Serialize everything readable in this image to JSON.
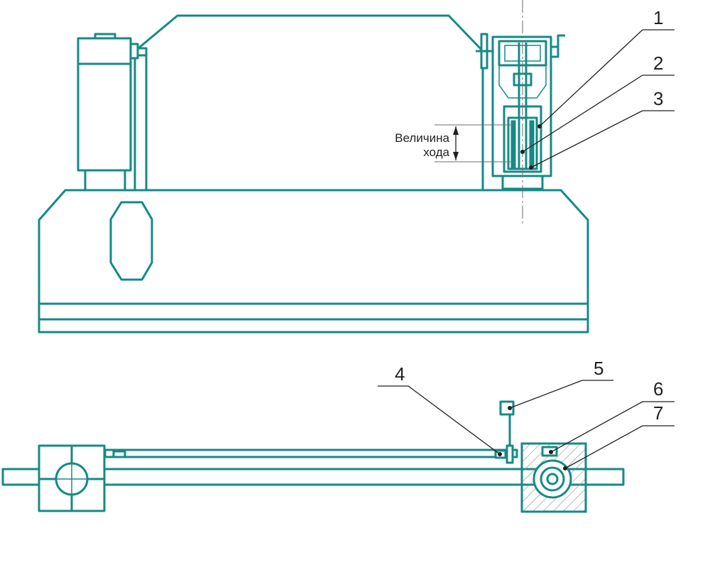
{
  "annotation": {
    "stroke_line1": "Величина",
    "stroke_line2": "хода"
  },
  "callouts": [
    "1",
    "2",
    "3",
    "4",
    "5",
    "6",
    "7"
  ],
  "colors": {
    "outline": "#158a86",
    "leader": "#231f20",
    "axis": "#6d6e71"
  }
}
